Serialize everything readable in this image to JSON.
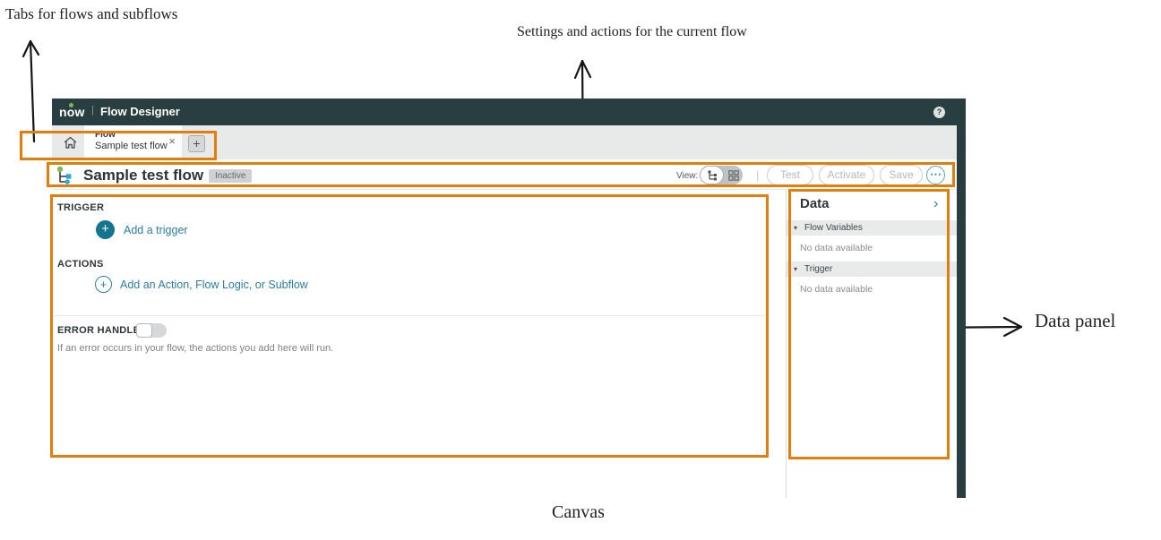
{
  "colors": {
    "annotation_orange": "#e27d0e",
    "header_teal": "#293e40",
    "link_teal": "#2d7ea0",
    "brand_green": "#7eb85a",
    "brand_blue": "#2da6db"
  },
  "annotations": {
    "tabs_label": "Tabs for flows and subflows",
    "settings_label": "Settings and actions for the current flow",
    "data_panel_label": "Data panel",
    "canvas_label": "Canvas"
  },
  "header": {
    "logo": "now",
    "divider": "|",
    "title": "Flow Designer"
  },
  "tab_bar": {
    "tab": {
      "type_label": "Flow",
      "name": "Sample test flow"
    }
  },
  "toolbar": {
    "flow_name": "Sample test flow",
    "status_badge": "Inactive",
    "view_label": "View:",
    "buttons": {
      "test": "Test",
      "activate": "Activate",
      "save": "Save"
    }
  },
  "canvas": {
    "trigger_heading": "TRIGGER",
    "add_trigger": "Add a trigger",
    "actions_heading": "ACTIONS",
    "add_action": "Add an Action, Flow Logic, or Subflow",
    "error_handler_heading": "ERROR HANDLER",
    "error_handler_desc": "If an error occurs in your flow, the actions you add here will run."
  },
  "data_panel": {
    "title": "Data",
    "sections": [
      {
        "label": "Flow Variables",
        "empty": "No data available"
      },
      {
        "label": "Trigger",
        "empty": "No data available"
      }
    ]
  },
  "icons": {
    "close": "×",
    "add_tab": "+",
    "plus": "+",
    "help": "?",
    "more": "⋯",
    "pipe": "|",
    "chevron_right": "›",
    "caret_down": "▾"
  }
}
